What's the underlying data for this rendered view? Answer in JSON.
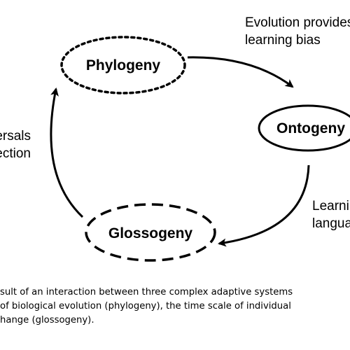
{
  "nodes": {
    "phylogeny": "Phylogeny",
    "ontogeny": "Ontogeny",
    "glossogeny": "Glossogeny"
  },
  "edges": {
    "top_right": [
      "Evolution provides",
      "learning bias"
    ],
    "right": [
      "Learni",
      "langua"
    ],
    "left": [
      "ersals",
      "ection"
    ]
  },
  "caption": [
    "sult of an interaction between three complex adaptive systems",
    "of biological evolution (phylogeny), the time scale of individual",
    "hange (glossogeny)."
  ]
}
